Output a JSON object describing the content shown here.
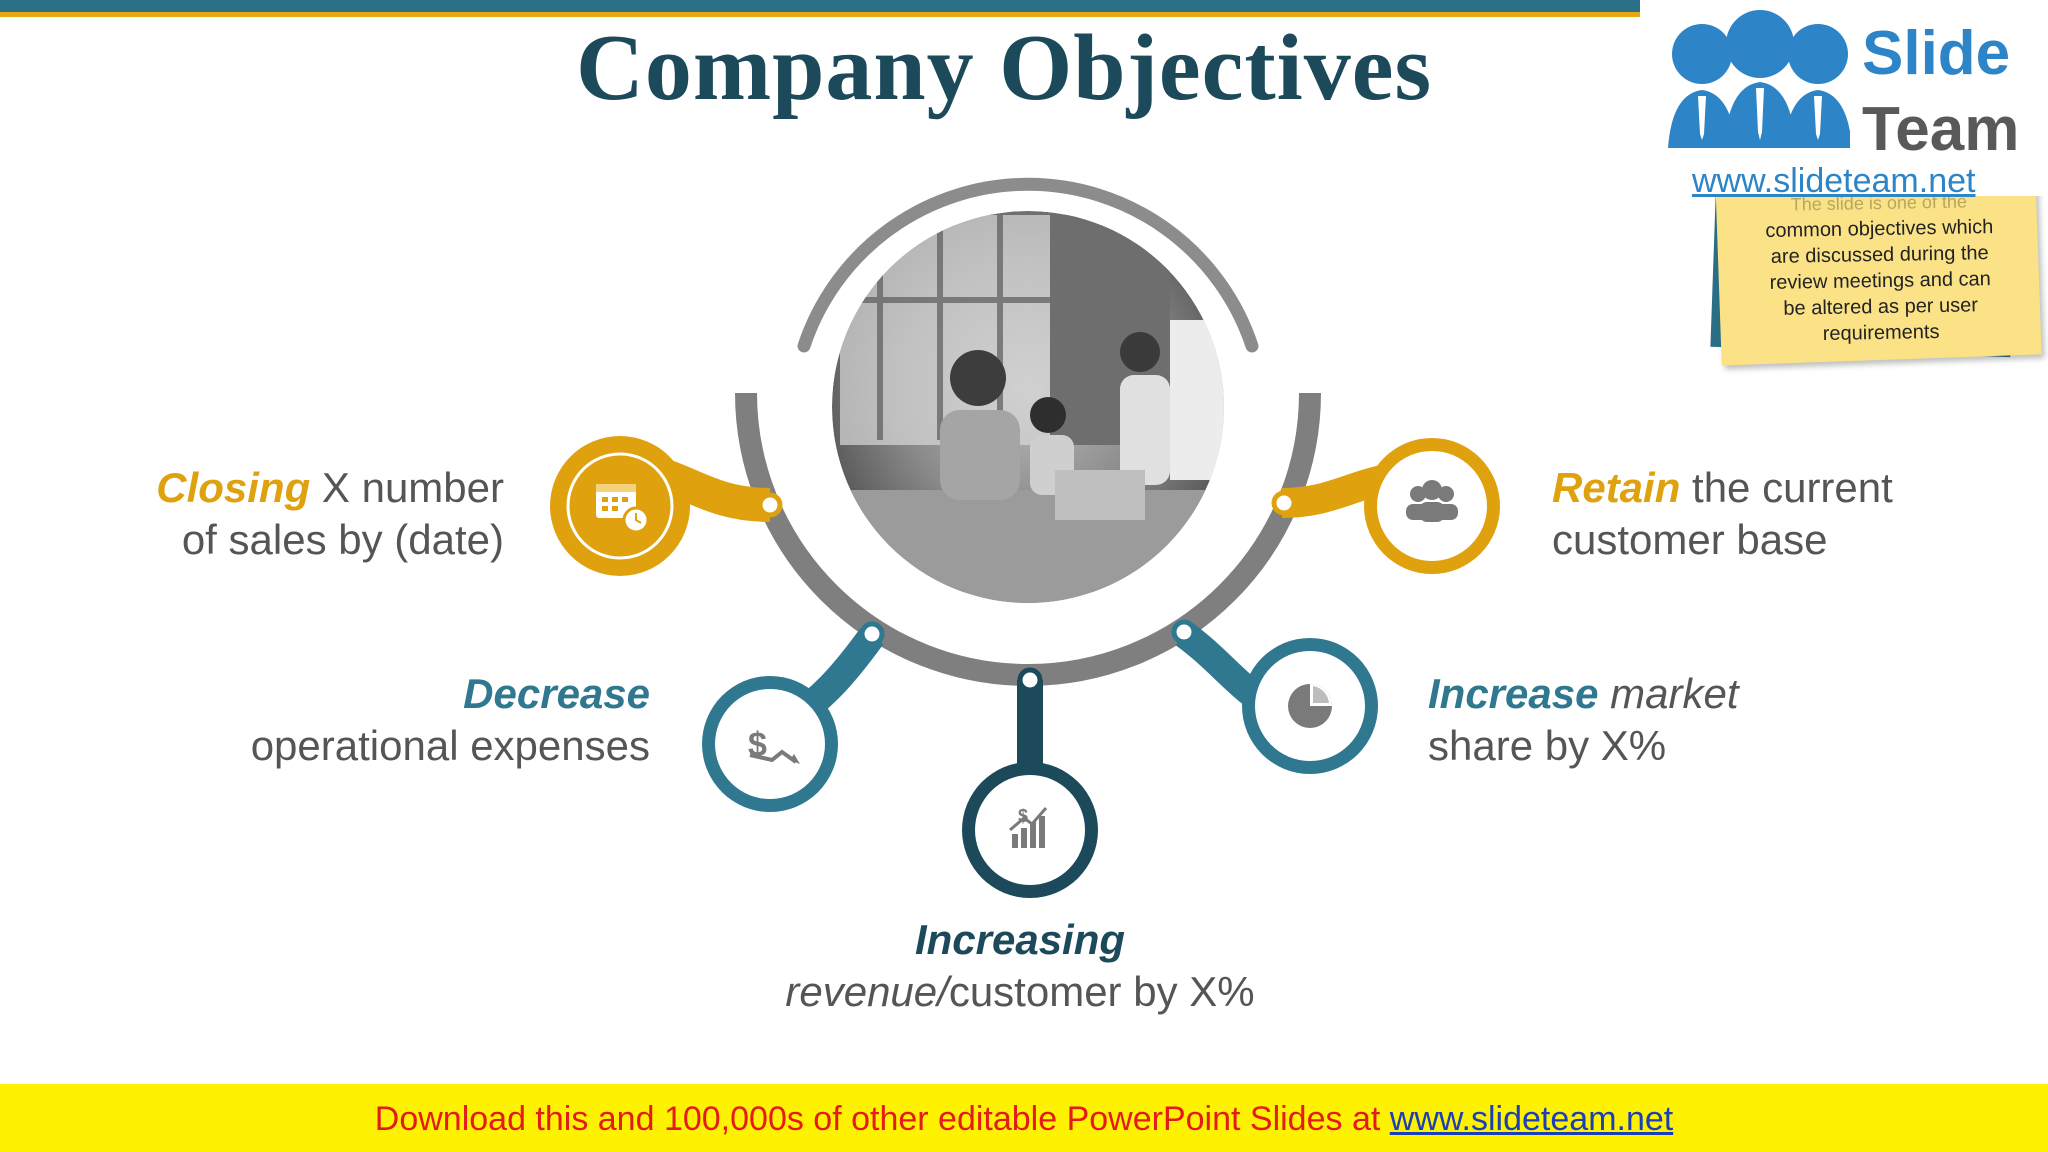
{
  "slide": {
    "title": "Company Objectives"
  },
  "colors": {
    "gold": "#e0a10f",
    "teal": "#2f7890",
    "navy": "#1c4a5a",
    "ring": "#7f7f7f",
    "footer_bg": "#fff200"
  },
  "objectives": [
    {
      "highlight": "Closing",
      "rest_line1": " X number",
      "line2": "of sales by (date)",
      "icon": "calendar-clock-icon",
      "color": "gold"
    },
    {
      "highlight": "Decrease",
      "line2": "operational expenses",
      "icon": "dollar-decrease-icon",
      "color": "teal"
    },
    {
      "highlight": "Increasing",
      "line2_italic": "revenue/",
      "line2": "customer by X%",
      "icon": "revenue-growth-icon",
      "color": "navy"
    },
    {
      "highlight": "Increase",
      "rest_line1": " market",
      "line2": "share by X%",
      "icon": "pie-chart-icon",
      "color": "teal"
    },
    {
      "highlight": "Retain",
      "rest_line1": " the current",
      "line2": "customer base",
      "icon": "customers-icon",
      "color": "gold"
    }
  ],
  "note": {
    "partial_line": "The slide is one of the",
    "text_lines": [
      "common objectives which",
      "are discussed during the",
      "review meetings and can",
      "be altered as per user",
      "requirements"
    ]
  },
  "logo": {
    "word1": "Slide",
    "word2": "Team",
    "url": "www.slideteam.net"
  },
  "footer": {
    "text": "Download this and 100,000s of other editable PowerPoint Slides at ",
    "link": "www.slideteam.net"
  }
}
